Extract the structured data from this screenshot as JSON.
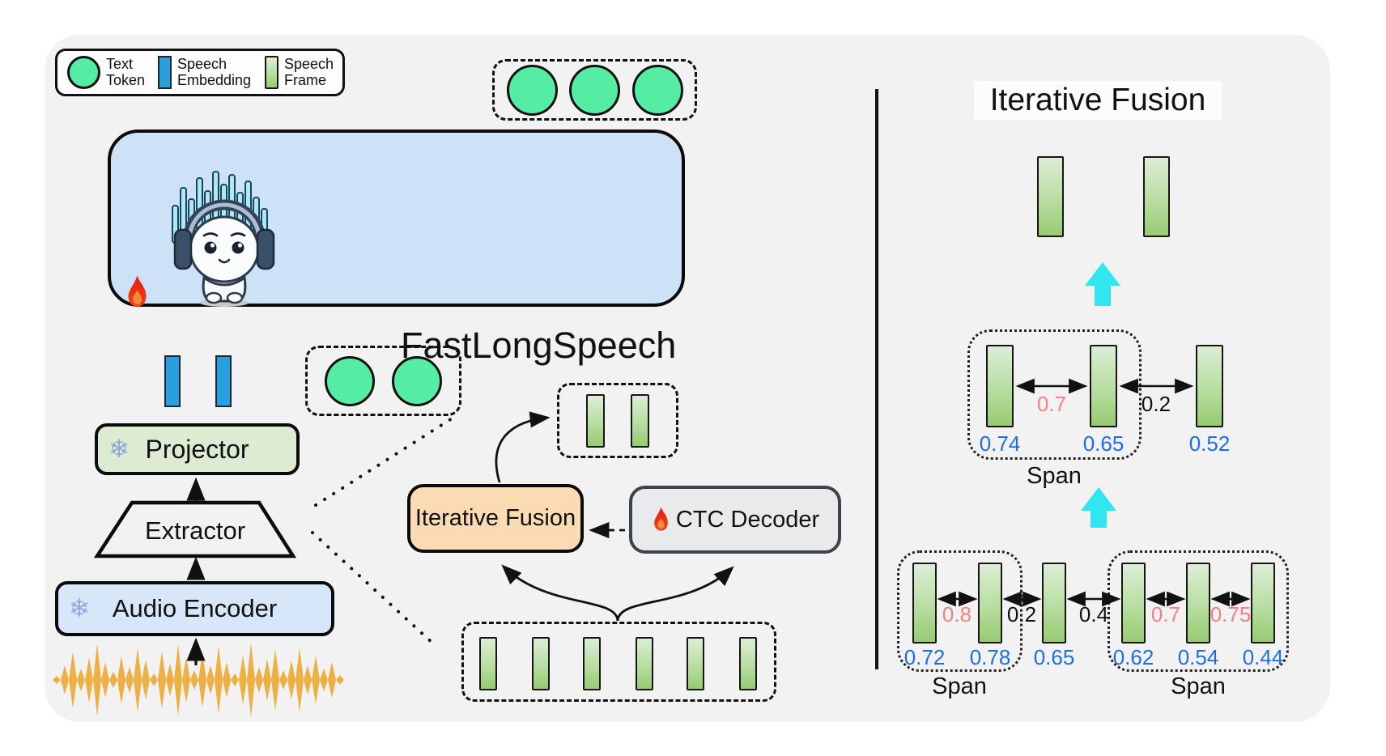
{
  "legend": {
    "items": [
      {
        "label": "Text Token"
      },
      {
        "label": "Speech Embedding"
      },
      {
        "label": "Speech Frame"
      }
    ]
  },
  "pipeline": {
    "model_label": "FastLongSpeech",
    "projector_label": "Projector",
    "extractor_label": "Extractor",
    "audio_encoder_label": "Audio Encoder"
  },
  "fusion_module": {
    "iterative_fusion_label": "Iterative Fusion",
    "ctc_decoder_label": "CTC Decoder"
  },
  "right_panel": {
    "title": "Iterative Fusion",
    "span_label": "Span",
    "middle_row": {
      "scores": [
        "0.74",
        "0.65",
        "0.52"
      ],
      "sims": [
        "0.7",
        "0.2"
      ]
    },
    "bottom_row": {
      "scores": [
        "0.72",
        "0.78",
        "0.65",
        "0.62",
        "0.54",
        "0.44"
      ],
      "sims": [
        "0.8",
        "0.2",
        "0.4",
        "0.7",
        "0.75"
      ]
    }
  },
  "icons": {
    "snowflake_glyph": "❄"
  },
  "colors": {
    "token_green": "#55eca3",
    "embed_blue": "#28a0de",
    "frame_green_top": "#dceed6",
    "frame_green_bottom": "#97cb72",
    "score_blue": "#1c6ee8",
    "sim_red": "#f97e7e",
    "fusion_orange": "#fbdbb4",
    "ctc_gray": "#e9eaeb",
    "model_box_blue": "#cde2f7",
    "projector_green": "#dcebd2",
    "audio_encoder_blue": "#d7e6f8",
    "accent_cyan": "#31e7ef",
    "waveform_orange": "#edb045"
  }
}
